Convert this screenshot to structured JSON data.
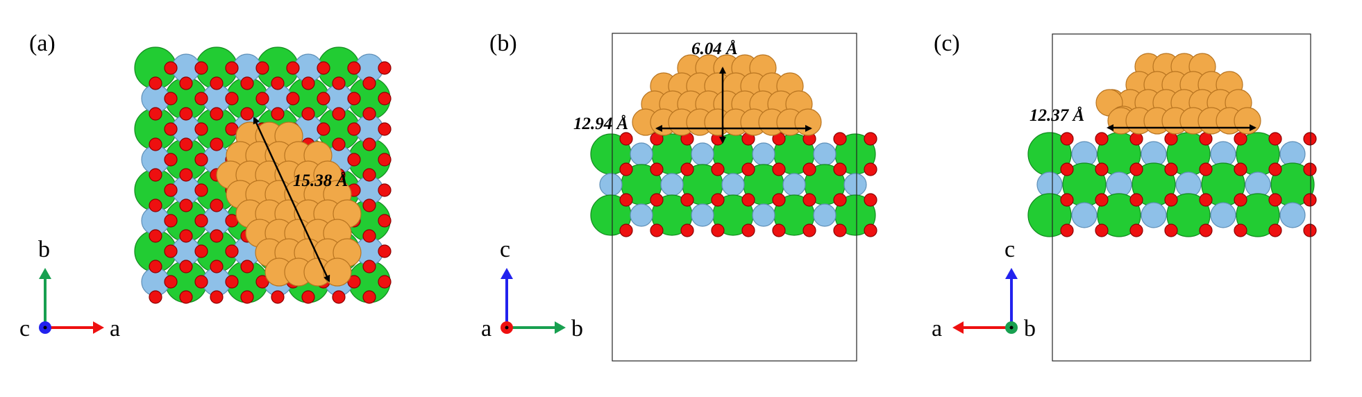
{
  "panels": [
    {
      "label": "(a)",
      "measurement": "15.38 Å",
      "axes": {
        "up": "b",
        "right": "a",
        "origin": "c"
      }
    },
    {
      "label": "(b)",
      "measurements": [
        "6.04 Å",
        "12.94 Å"
      ],
      "axes": {
        "up": "c",
        "right": "b",
        "origin": "a"
      }
    },
    {
      "label": "(c)",
      "measurement": "12.37 Å",
      "axes": {
        "up": "c",
        "left": "a",
        "origin": "b"
      }
    }
  ],
  "colors": {
    "green_atom": "#22cc33",
    "blue_atom": "#8ec0e8",
    "red_atom": "#ee1010",
    "orange_atom": "#f0a848",
    "axis_red": "#ee1010",
    "axis_green": "#18a050",
    "axis_blue": "#2222ee"
  }
}
